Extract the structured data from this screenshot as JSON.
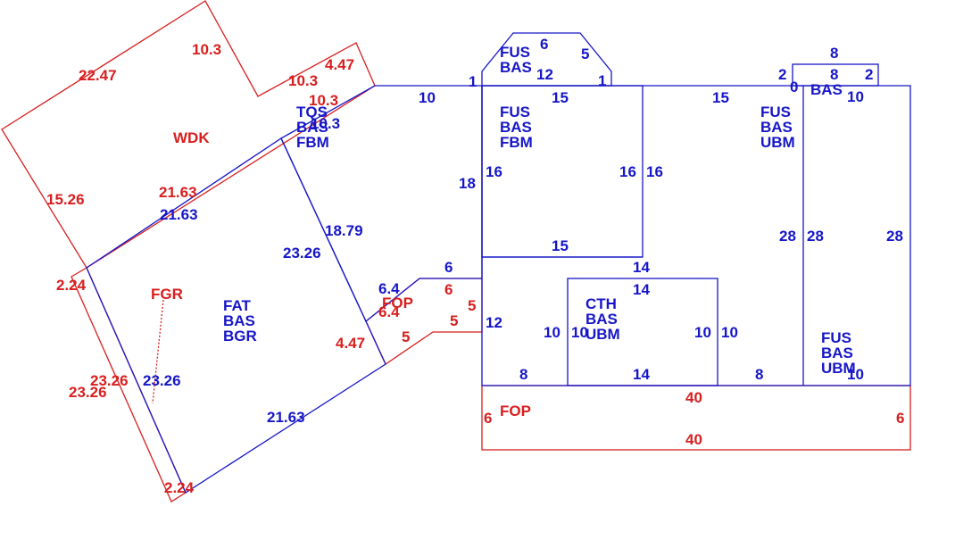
{
  "colors": {
    "blue": "#1616c8",
    "red": "#d81e1e",
    "background": "#ffffff"
  },
  "areas": {
    "wdk": {
      "code": "WDK"
    },
    "tqs": {
      "line1": "TQS",
      "line2": "BAS",
      "line3": "FBM"
    },
    "fat": {
      "line1": "FAT",
      "line2": "BAS",
      "line3": "BGR"
    },
    "fgr": {
      "code": "FGR"
    },
    "fop_left": {
      "code": "FOP"
    },
    "fus_top": {
      "line1": "FUS",
      "line2": "BAS"
    },
    "fus_fbm": {
      "line1": "FUS",
      "line2": "BAS",
      "line3": "FBM"
    },
    "fus_ubm": {
      "line1": "FUS",
      "line2": "BAS",
      "line3": "UBM"
    },
    "bas_small": {
      "code": "BAS"
    },
    "cth": {
      "line1": "CTH",
      "line2": "BAS",
      "line3": "UBM"
    },
    "fus_ubm_right": {
      "line1": "FUS",
      "line2": "BAS",
      "line3": "UBM"
    },
    "fop_bottom": {
      "code": "FOP"
    }
  },
  "dimensions": {
    "d01": "10.3",
    "d02": "22.47",
    "d03": "10.3",
    "d04": "4.47",
    "d05": "10.3",
    "d06": "15.26",
    "d07": "21.63",
    "d08": "21.63",
    "d09": "10.3",
    "d10": "18.79",
    "d11": "23.26",
    "d12": "2.24",
    "d13": "23.26",
    "d14": "23.26",
    "d15": "23.26",
    "d16": "21.63",
    "d17": "2.24",
    "d18": "4.47",
    "d19": "6.4",
    "d20": "6.4",
    "d21": "6",
    "d22": "6",
    "d23": "5",
    "d24": "5",
    "d25": "5",
    "d26": "10",
    "d27": "1",
    "d28": "6",
    "d29": "5",
    "d30": "12",
    "d31": "1",
    "d32": "15",
    "d33": "18",
    "d34": "16",
    "d35": "16",
    "d36": "16",
    "d37": "15",
    "d38": "15",
    "d39": "8",
    "d40": "8",
    "d41": "2",
    "d42": "2",
    "d43": "0",
    "d44": "10",
    "d45": "28",
    "d46": "28",
    "d47": "28",
    "d48": "14",
    "d49": "14",
    "d50": "12",
    "d51": "10",
    "d52": "10",
    "d53": "10",
    "d54": "10",
    "d55": "8",
    "d56": "14",
    "d57": "8",
    "d58": "10",
    "d59": "40",
    "d60": "6",
    "d61": "6",
    "d62": "40"
  }
}
